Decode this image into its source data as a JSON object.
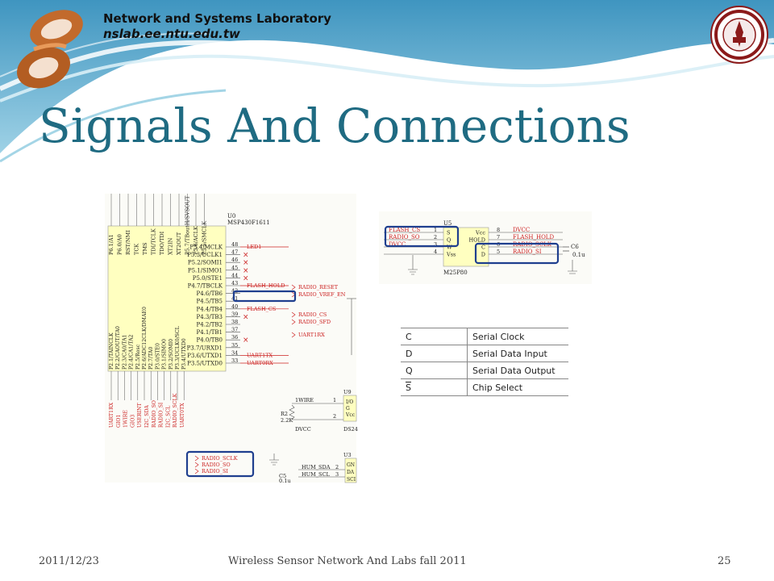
{
  "header": {
    "lab_name": "Network and Systems Laboratory",
    "lab_url": "nslab.ee.ntu.edu.tw",
    "title": "Signals And Connections"
  },
  "mcu": {
    "part": "U0",
    "model": "MSP430F1611",
    "right_pins": [
      "P5.4/MCLK",
      "P5.3/UCLK1",
      "P5.2/SOMI1",
      "P5.1/SIMO1",
      "P5.0/STE1",
      "P4.7/TBCLK",
      "P4.6/TB6",
      "P4.5/TB5",
      "P4.4/TB4",
      "P4.3/TB3",
      "P4.2/TB2",
      "P4.1/TB1",
      "P4.0/TB0",
      "P3.7/URXD1",
      "P3.6/UTXD1",
      "P3.5/UTXD0"
    ],
    "pin_numbers": [
      "48",
      "47",
      "46",
      "45",
      "44",
      "43",
      "42",
      "41",
      "40",
      "39",
      "38",
      "37",
      "36",
      "35",
      "34",
      "33"
    ],
    "nets": [
      "LED1",
      "",
      "",
      "",
      "",
      "FLASH_HOLD",
      "RADIO_RESET",
      "RADIO_VREF_EN",
      "FLASH_CS",
      "",
      "RADIO_CS",
      "RADIO_SFD",
      "",
      "UART1RX",
      "UART1TX",
      "UART0RX"
    ],
    "right_side_nets": [
      "RADIO_RESET",
      "RADIO_VREF_EN",
      "RADIO_CS",
      "RADIO_SFD",
      "UART1RX"
    ],
    "top_pins": [
      "P6.1/A1",
      "P6.0/A0",
      "RST/NMI",
      "TCK",
      "TMS",
      "TDI/TCLK",
      "TDO/TDI",
      "XT2IN",
      "XT2OUT",
      "P5.7/TBoutH/SVSOUT",
      "P5.6/ACLK",
      "P5.5/SMCLK"
    ],
    "bottom_pins": [
      "P2.1/TAINCLK",
      "P2.2/CAOUT/TA0",
      "P2.3/CA0/TA1",
      "P2.4/CA1/TA2",
      "P2.5/Rosc",
      "P2.6/ADC12CLK/DMAE0",
      "P2.7/TA0",
      "P3.0/STE0",
      "P3.1/SIMO0",
      "P3.2/SOMI0",
      "P3.3/UCLK0/SCL",
      "P3.4/UTXD0"
    ],
    "bottom_nets": [
      "UART1RX",
      "GIO1",
      "1WIRE",
      "GIO3",
      "USERINT",
      "I2C_SDA",
      "RADIO_SO",
      "RADIO_SI",
      "I2C_SCL",
      "RADIO_SCLK",
      "UART0TX"
    ],
    "radio_bus": [
      "RADIO_SCLK",
      "RADIO_SO",
      "RADIO_SI"
    ]
  },
  "one_wire": {
    "part": "U9",
    "net": "1WIRE",
    "resistor": "R2",
    "resistor_value": "2.2K",
    "supply": "DVCC",
    "chip": "DS24",
    "pins": [
      "I/O",
      "G",
      "Vcc"
    ],
    "pin_numbers": [
      "1",
      "2"
    ]
  },
  "humidity": {
    "part": "U3",
    "nets": [
      "HUM_SDA",
      "HUM_SCL"
    ],
    "pin_numbers": [
      "2",
      "3"
    ],
    "pins": [
      "GN",
      "DA",
      "SCI"
    ],
    "cap": "C5",
    "cap_value": "0.1u"
  },
  "flash": {
    "part": "U5",
    "chip": "M25P80",
    "left_nets": [
      "FLASH_CS",
      "RADIO_SO",
      "DVCC"
    ],
    "left_pin_numbers": [
      "1",
      "2",
      "3",
      "4"
    ],
    "left_pins": [
      "S",
      "Q",
      "W",
      "Vss"
    ],
    "right_pins": [
      "Vcc",
      "HOLD",
      "C",
      "D"
    ],
    "right_pin_numbers": [
      "8",
      "7",
      "6",
      "5"
    ],
    "right_nets": [
      "DVCC",
      "FLASH_HOLD",
      "RADIO_SCLK",
      "RADIO_SI"
    ],
    "cap": "C6",
    "cap_value": "0.1u"
  },
  "signals": [
    {
      "pin": "C",
      "desc": "Serial Clock"
    },
    {
      "pin": "D",
      "desc": "Serial Data Input"
    },
    {
      "pin": "Q",
      "desc": "Serial Data Output"
    },
    {
      "pin": "S",
      "desc": "Chip Select"
    }
  ],
  "footer": {
    "date": "2011/12/23",
    "course": "Wireless Sensor Network And Labs fall 2011",
    "page": "25"
  },
  "colors": {
    "title": "#1f6b82",
    "highlight": "#1f3f8f",
    "net_red": "#cc2222",
    "chip_fill": "#ffffc0",
    "header_blue": "#5ea7c8"
  }
}
